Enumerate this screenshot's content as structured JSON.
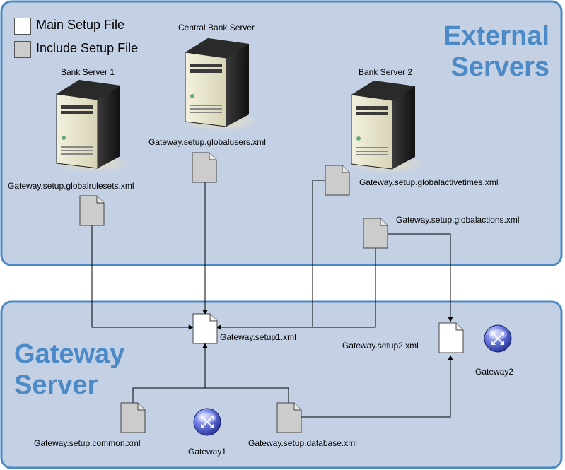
{
  "legend": {
    "main": {
      "label": "Main Setup File",
      "color": "#ffffff"
    },
    "include": {
      "label": "Include Setup File",
      "color": "#cccccc"
    }
  },
  "regions": {
    "external": {
      "title_line1": "External",
      "title_line2": "Servers",
      "fill": "#c4d0e4",
      "border": "#4b8ac6"
    },
    "gateway": {
      "title_line1": "Gateway",
      "title_line2": "Server",
      "fill": "#c4d0e4",
      "border": "#4b8ac6"
    }
  },
  "servers": {
    "bank1": {
      "label": "Bank Server 1",
      "icon": "server-tower-icon"
    },
    "central": {
      "label": "Central Bank Server",
      "icon": "server-tower-icon"
    },
    "bank2": {
      "label": "Bank Server 2",
      "icon": "server-tower-icon"
    }
  },
  "files": {
    "globalrulesets": "Gateway.setup.globalrulesets.xml",
    "globalusers": "Gateway.setup.globalusers.xml",
    "globalactivetimes": "Gateway.setup.globalactivetimes.xml",
    "globalactions": "Gateway.setup.globalactions.xml",
    "setup1": "Gateway.setup1.xml",
    "setup2": "Gateway.setup2.xml",
    "common": "Gateway.setup.common.xml",
    "database": "Gateway.setup.database.xml"
  },
  "gateways": {
    "gateway1": {
      "label": "Gateway1",
      "icon": "gateway-router-icon"
    },
    "gateway2": {
      "label": "Gateway2",
      "icon": "gateway-router-icon"
    }
  }
}
